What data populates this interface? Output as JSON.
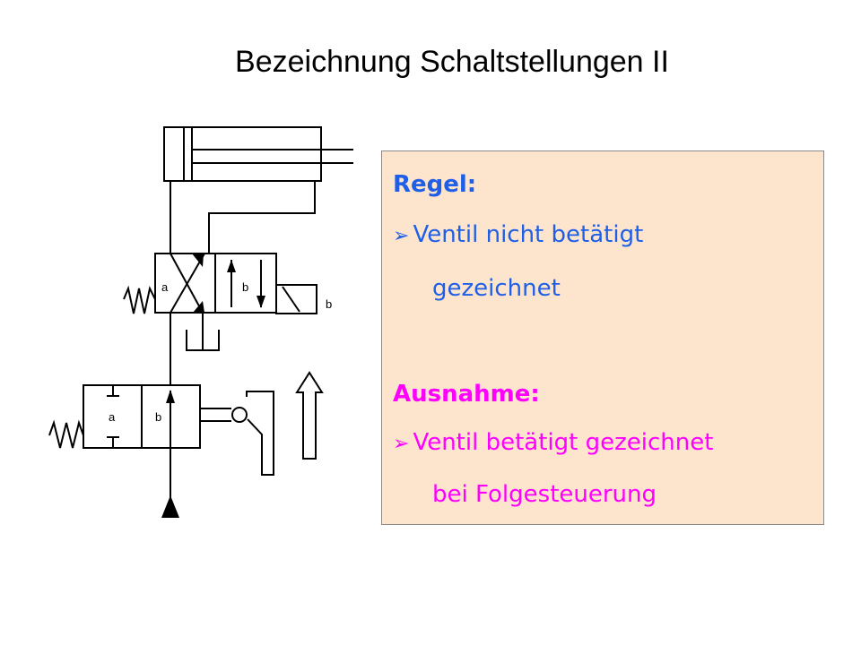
{
  "slide": {
    "title": "Bezeichnung Schaltstellungen II"
  },
  "diagram": {
    "upper_valve": {
      "position_a_label": "a",
      "position_b_label": "b",
      "actuator_label": "b"
    },
    "lower_valve": {
      "position_a_label": "a",
      "position_b_label": "b"
    }
  },
  "info_box": {
    "rule_heading": "Regel:",
    "rule_bullet": "Ventil nicht betätigt",
    "rule_continuation": "gezeichnet",
    "exception_heading": "Ausnahme:",
    "exception_bullet": "Ventil betätigt gezeichnet",
    "exception_continuation": "bei Folgesteuerung",
    "bullet_icon": "arrow-bullet-icon"
  },
  "colors": {
    "rule_text": "#1f5fe8",
    "exception_text": "#ff00ff",
    "box_background": "#fde5cd",
    "line": "#000000"
  }
}
